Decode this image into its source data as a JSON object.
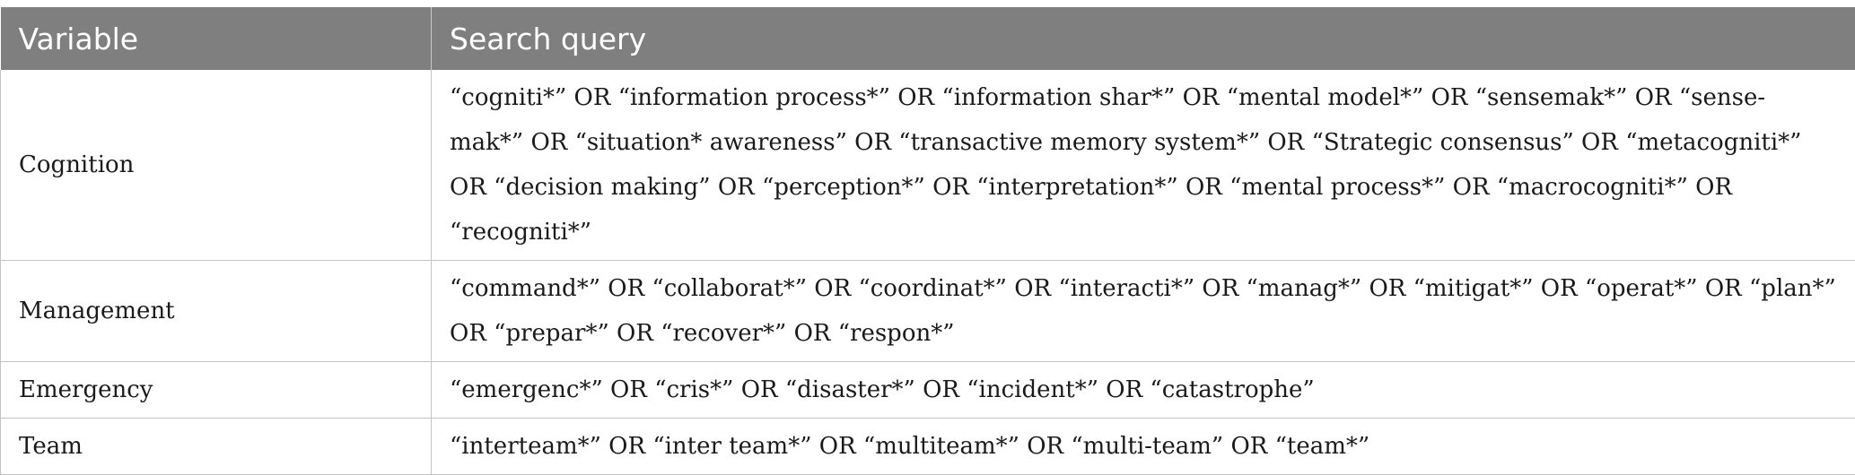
{
  "table": {
    "headers": {
      "variable": "Variable",
      "query": "Search query"
    },
    "rows": [
      {
        "variable": "Cognition",
        "query": "“cogniti*” OR “information process*” OR “information shar*” OR “mental model*” OR “sensemak*” OR “sense-mak*” OR “situation* awareness” OR “transactive memory system*” OR “Strategic consensus” OR “metacogniti*” OR “decision making” OR “perception*” OR “interpretation*” OR “mental process*” OR “macrocogniti*” OR “recogniti*”"
      },
      {
        "variable": "Management",
        "query": "“command*” OR “collaborat*” OR “coordinat*” OR “interacti*” OR “manag*” OR “mitigat*” OR “operat*” OR “plan*” OR “prepar*” OR “recover*” OR “respon*”"
      },
      {
        "variable": "Emergency",
        "query": "“emergenc*” OR “cris*” OR “disaster*” OR “incident*” OR “catastrophe”"
      },
      {
        "variable": "Team",
        "query": "“interteam*” OR “inter team*” OR “multiteam*” OR “multi-team” OR “team*”"
      }
    ]
  }
}
